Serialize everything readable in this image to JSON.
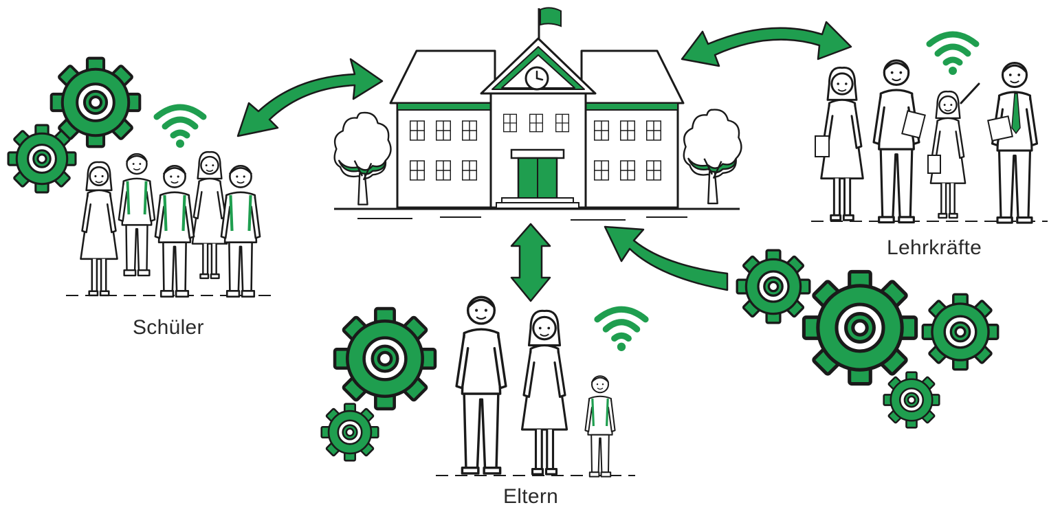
{
  "labels": {
    "students": "Schüler",
    "teachers": "Lehrkräfte",
    "parents": "Eltern"
  },
  "colors": {
    "accent": "#1f9e4f",
    "line": "#1a1a1a",
    "background": "#ffffff"
  },
  "icons": [
    "school-building-icon",
    "gear-icon",
    "wifi-icon",
    "bidirectional-arrow-icon",
    "tree-icon",
    "flag-icon",
    "clock-icon"
  ]
}
